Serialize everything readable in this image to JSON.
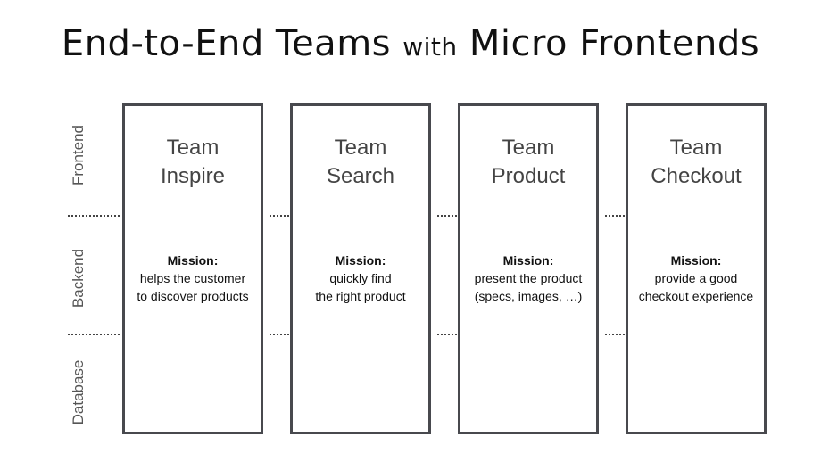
{
  "title": {
    "part1": "End-to-End Teams",
    "part2": "with",
    "part3": "Micro Frontends"
  },
  "layers": [
    "Frontend",
    "Backend",
    "Database"
  ],
  "teams": [
    {
      "name_line1": "Team",
      "name_line2": "Inspire",
      "mission_label": "Mission:",
      "mission_line1": "helps the customer",
      "mission_line2": "to discover products"
    },
    {
      "name_line1": "Team",
      "name_line2": "Search",
      "mission_label": "Mission:",
      "mission_line1": "quickly find",
      "mission_line2": "the right product"
    },
    {
      "name_line1": "Team",
      "name_line2": "Product",
      "mission_label": "Mission:",
      "mission_line1": "present the product",
      "mission_line2": "(specs, images, …)"
    },
    {
      "name_line1": "Team",
      "name_line2": "Checkout",
      "mission_label": "Mission:",
      "mission_line1": "provide a good",
      "mission_line2": "checkout experience"
    }
  ]
}
